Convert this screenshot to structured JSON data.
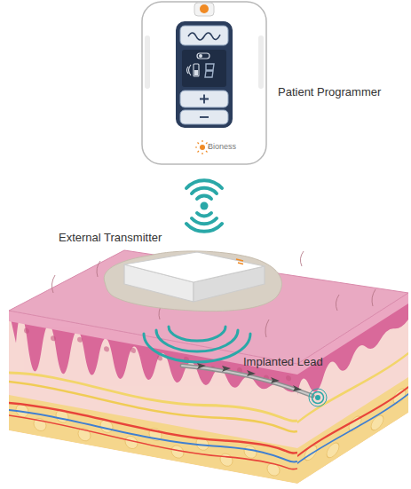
{
  "diagram": {
    "labels": [
      "Patient Programmer",
      "Bioness",
      "External Transmitter",
      "Implanted Lead"
    ]
  }
}
